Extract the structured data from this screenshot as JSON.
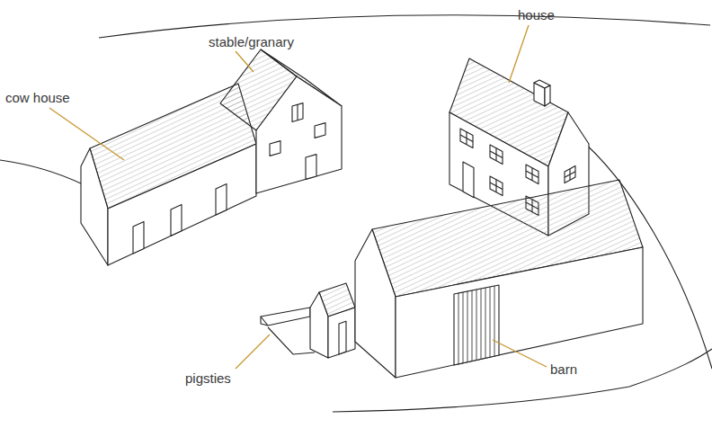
{
  "diagram": {
    "labels": [
      "house",
      "stable/granary",
      "cow house",
      "pigsties",
      "barn"
    ]
  }
}
